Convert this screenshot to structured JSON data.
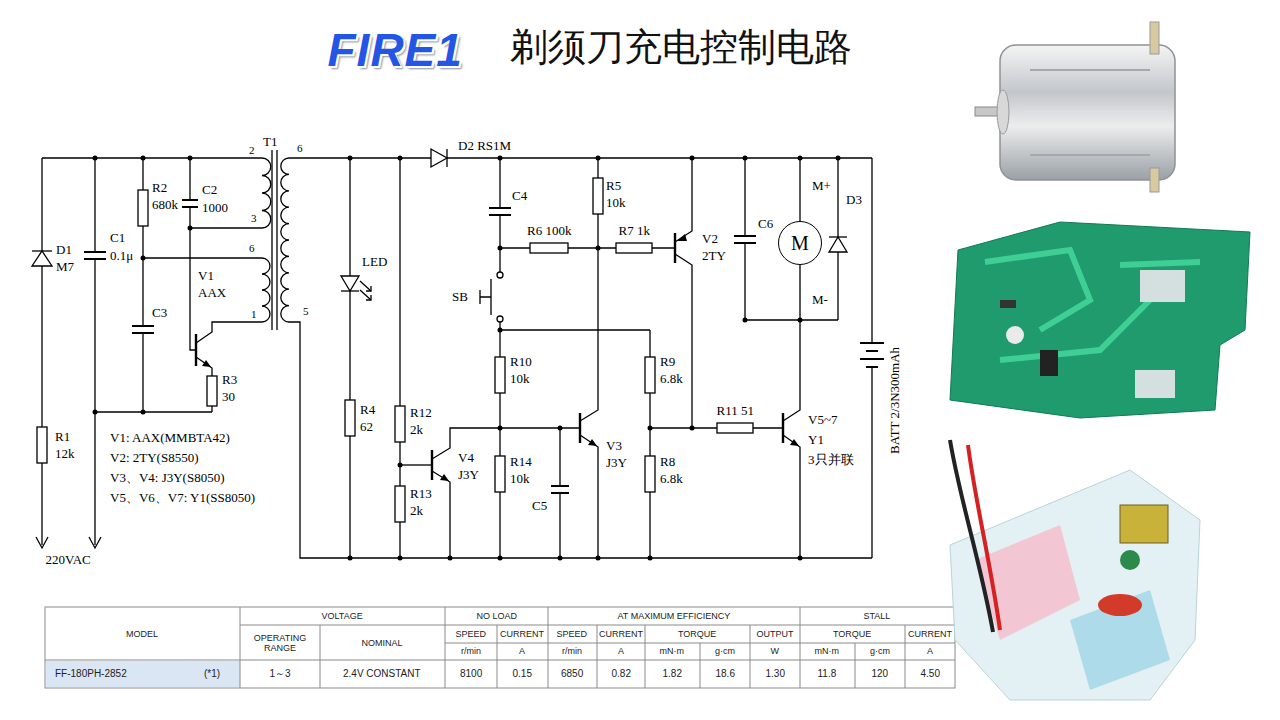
{
  "diagram": {
    "title": "剃须刀充电控制电路",
    "nodes": [
      {
        "text": [
          "M"
        ]
      }
    ],
    "labels": [
      "FIRE1",
      "T1",
      "2",
      "3",
      "6",
      "1",
      "6",
      "5",
      "D1",
      "M7",
      "C1",
      "0.1μ",
      "R2",
      "680k",
      "C2",
      "1000",
      "V1",
      "AAX",
      "C3",
      "R3",
      "30",
      "R1",
      "12k",
      "220VAC",
      "V1: AAX(MMBTA42)",
      "V2: 2TY(S8550)",
      "V3、V4: J3Y(S8050)",
      "V5、V6、V7: Y1(SS8050)",
      "D2 RS1M",
      "LED",
      "R4",
      "62",
      "R12",
      "2k",
      "R13",
      "2k",
      "V4",
      "J3Y",
      "C4",
      "R6 100k",
      "R5",
      "10k",
      "R7 1k",
      "V2",
      "2TY",
      "C6",
      "M+",
      "M-",
      "D3",
      "SB",
      "R10",
      "10k",
      "R9",
      "6.8k",
      "R14",
      "10k",
      "C5",
      "V3",
      "J3Y",
      "R8",
      "6.8k",
      "R11 51",
      "V5~7",
      "Y1",
      "3只并联",
      "BATT 2/3N300mAh",
      "MODEL",
      "VOLTAGE",
      "NO LOAD",
      "AT MAXIMUM EFFICIENCY",
      "STALL",
      "OPERATING RANGE",
      "NOMINAL",
      "SPEED",
      "CURRENT",
      "SPEED",
      "CURRENT",
      "TORQUE",
      "OUTPUT",
      "TORQUE",
      "CURRENT",
      "r/min",
      "A",
      "r/min",
      "A",
      "mN·m",
      "g·cm",
      "W",
      "mN·m",
      "g·cm",
      "A",
      "FF-180PH-2852",
      "(*1)",
      "1～3",
      "2.4V CONSTANT",
      "8100",
      "0.15",
      "6850",
      "0.82",
      "1.82",
      "18.6",
      "1.30",
      "11.8",
      "120",
      "4.50"
    ]
  }
}
